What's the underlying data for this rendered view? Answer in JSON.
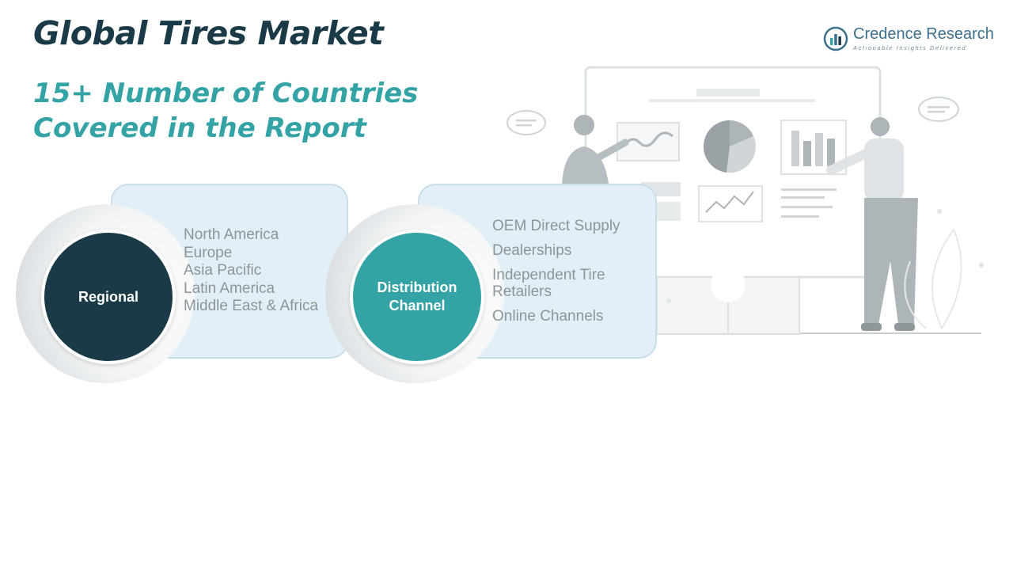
{
  "header": {
    "title": "Global Tires Market",
    "subtitle_line1": "15+ Number of Countries",
    "subtitle_line2": "Covered in the Report"
  },
  "logo": {
    "name_part1": "Credence",
    "name_part2": " Research",
    "tagline": "Actionable Insights Delivered",
    "icon": "bar-chart-circle-icon"
  },
  "segments": [
    {
      "label": "Regional",
      "items": [
        "North America",
        "Europe",
        "Asia Pacific",
        "Latin America",
        "Middle East & Africa"
      ]
    },
    {
      "label_line1": "Distribution",
      "label_line2": "Channel",
      "items": [
        "OEM Direct Supply",
        "Dealerships",
        "Independent Tire",
        "Retailers",
        "Online Channels"
      ]
    }
  ],
  "colors": {
    "title": "#1a3a47",
    "subtitle": "#34a3a6",
    "regional_disc": "#1a3a47",
    "distribution_disc": "#34a3a6",
    "card": "#e3eff6"
  }
}
